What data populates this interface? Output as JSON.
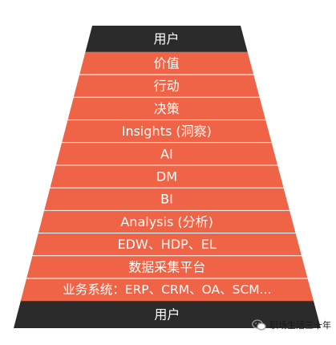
{
  "diagram": {
    "top_label": "用户",
    "layers": [
      "价值",
      "行动",
      "决策",
      "Insights (洞察)",
      "AI",
      "DM",
      "BI",
      "Analysis (分析)",
      "EDW、HDP、EL",
      "数据采集平台",
      "业务系统：ERP、CRM、OA、SCM..."
    ],
    "bottom_label": "用户",
    "colors": {
      "dark_band": "#2b2b2b",
      "layer_fill": "#ef6446",
      "layer_separator": "#ffffff",
      "text": "#ffffff"
    }
  },
  "watermark": {
    "icon": "wechat-icon",
    "text": "职场生活三十年"
  }
}
